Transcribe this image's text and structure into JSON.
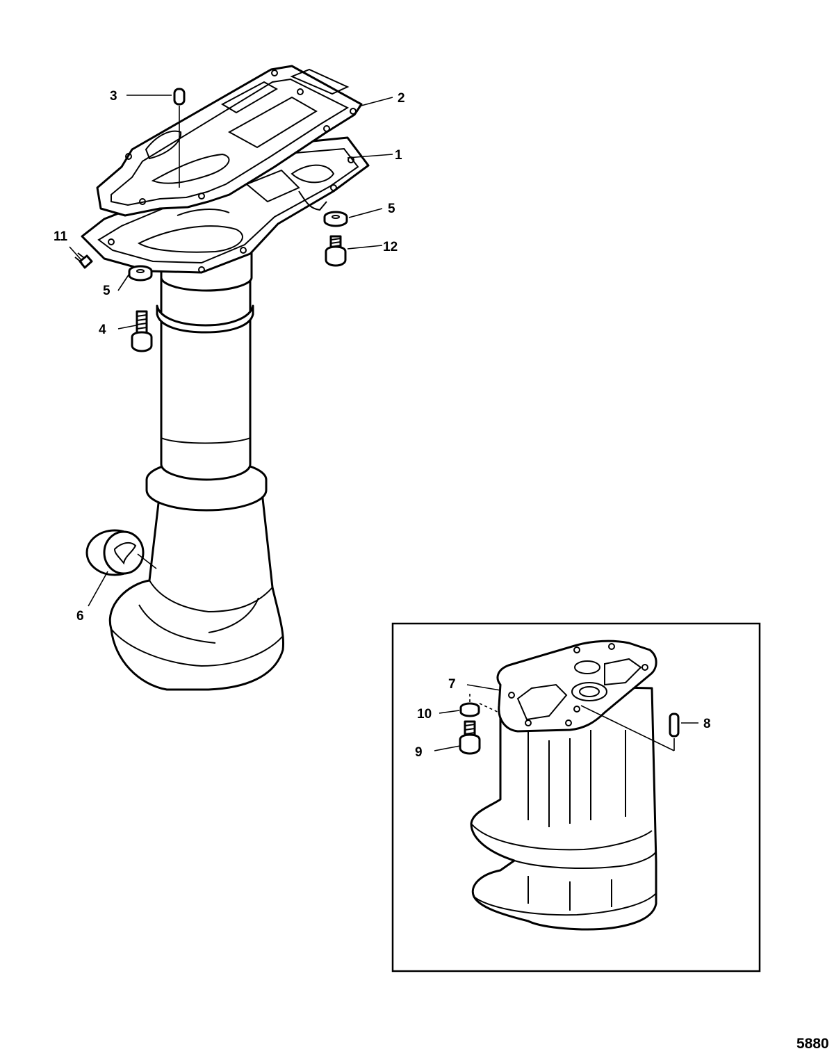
{
  "callouts": {
    "c1": "1",
    "c2": "2",
    "c3": "3",
    "c4": "4",
    "c5a": "5",
    "c5b": "5",
    "c6": "6",
    "c7": "7",
    "c8": "8",
    "c9": "9",
    "c10": "10",
    "c11": "11",
    "c12": "12"
  },
  "figure_number": "5880"
}
